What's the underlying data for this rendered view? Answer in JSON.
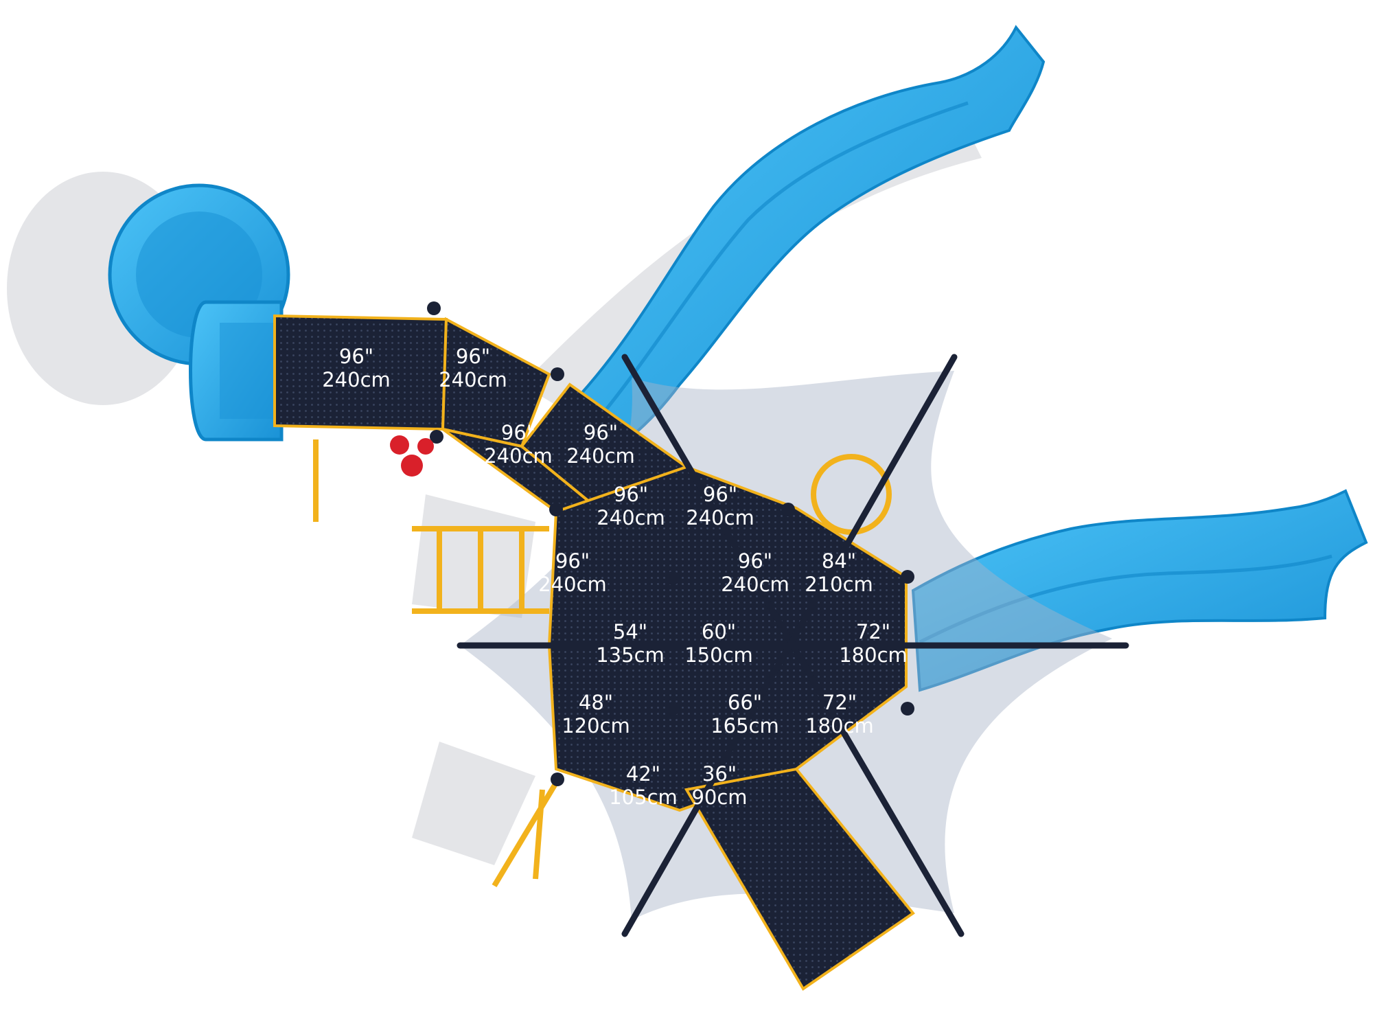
{
  "colors": {
    "slide_blue": "#2aa9ec",
    "slide_blue_dark": "#0f86c8",
    "deck_navy": "#1b2236",
    "frame_yellow": "#f2b21c",
    "canopy_gray": "#a9b3c8",
    "accent_red": "#d9202a",
    "label_white": "#ffffff"
  },
  "decks": [
    {
      "id": "deck-a",
      "inches": "96\"",
      "cm": "240cm"
    },
    {
      "id": "deck-b",
      "inches": "96\"",
      "cm": "240cm"
    },
    {
      "id": "deck-c",
      "inches": "96\"",
      "cm": "240cm"
    },
    {
      "id": "deck-d",
      "inches": "96\"",
      "cm": "240cm"
    },
    {
      "id": "deck-e",
      "inches": "96\"",
      "cm": "240cm"
    },
    {
      "id": "deck-f",
      "inches": "96\"",
      "cm": "240cm"
    },
    {
      "id": "deck-g",
      "inches": "96\"",
      "cm": "240cm"
    },
    {
      "id": "deck-h",
      "inches": "96\"",
      "cm": "240cm"
    },
    {
      "id": "deck-i",
      "inches": "84\"",
      "cm": "210cm"
    },
    {
      "id": "deck-j",
      "inches": "54\"",
      "cm": "135cm"
    },
    {
      "id": "deck-k",
      "inches": "60\"",
      "cm": "150cm"
    },
    {
      "id": "deck-l",
      "inches": "72\"",
      "cm": "180cm"
    },
    {
      "id": "deck-m",
      "inches": "48\"",
      "cm": "120cm"
    },
    {
      "id": "deck-n",
      "inches": "66\"",
      "cm": "165cm"
    },
    {
      "id": "deck-o",
      "inches": "72\"",
      "cm": "180cm"
    },
    {
      "id": "deck-p",
      "inches": "42\"",
      "cm": "105cm"
    },
    {
      "id": "deck-q",
      "inches": "36\"",
      "cm": "90cm"
    }
  ]
}
